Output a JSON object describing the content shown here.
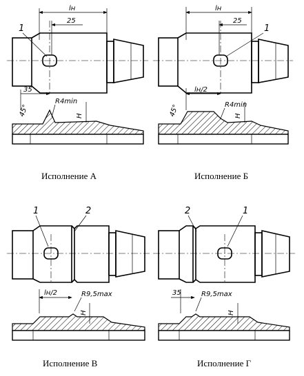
{
  "dims": {
    "ln": "lн",
    "ln_half": "lн/2",
    "d25": "25",
    "d35": "35",
    "angle45": "45°",
    "r4min": "R4min",
    "r95max": "R9,5max",
    "h": "H"
  },
  "labels": {
    "one": "1",
    "two": "2"
  },
  "captions": {
    "a": "Исполнение А",
    "b": "Исполнение Б",
    "v": "Исполнение В",
    "g": "Исполнение Г"
  }
}
